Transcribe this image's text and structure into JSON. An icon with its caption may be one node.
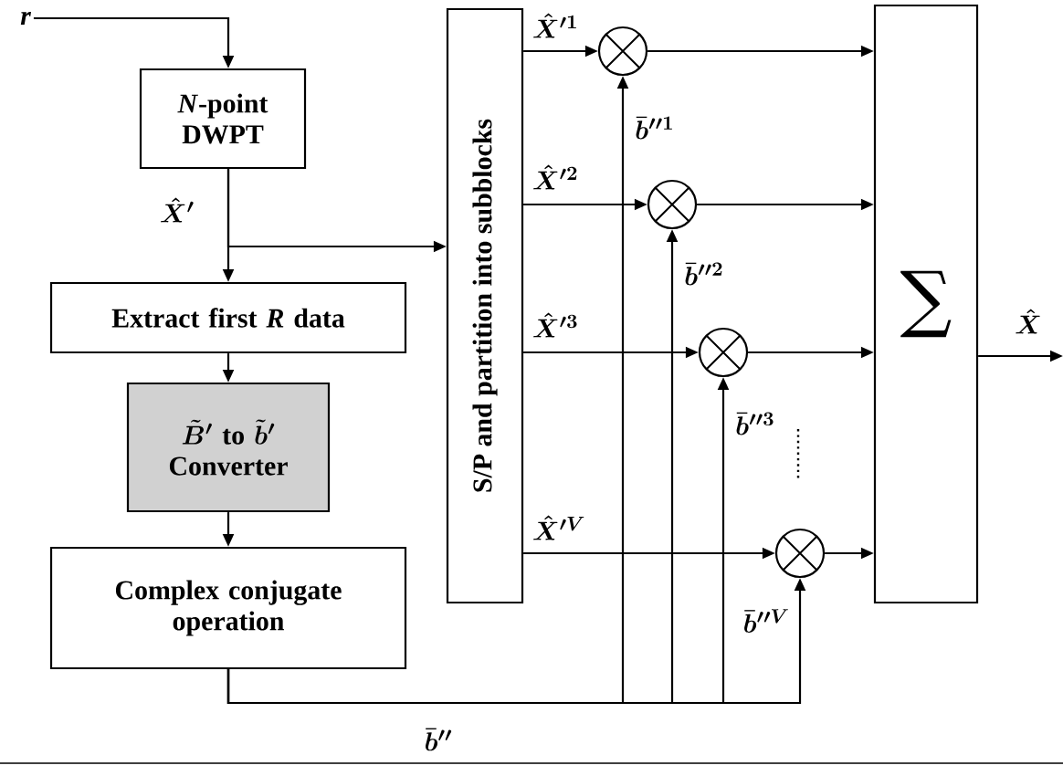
{
  "diagram": {
    "nodes": [
      {
        "text": [
          "r"
        ]
      },
      {
        "text": [
          "*N*-point DWPT"
        ]
      },
      {
        "text": [
          "Extract first *R* data"
        ]
      },
      {
        "text": [
          "\\tilde{B}'\\text{ to }\\tilde{b}'",
          "Converter"
        ]
      },
      {
        "text": [
          "Complex conjugate operation"
        ]
      },
      {
        "text": [
          "S/P and partition into subblocks"
        ]
      },
      {
        "text": [],
        "shape": "circle"
      },
      {
        "text": [],
        "shape": "circle"
      },
      {
        "text": [],
        "shape": "circle"
      },
      {
        "text": [],
        "shape": "circle"
      },
      {
        "text": [
          "∑"
        ]
      }
    ],
    "edges": [
      {
        "from": 0,
        "to": 1,
        "arrow": "to"
      },
      {
        "from": 1,
        "to": 2,
        "arrow": "to",
        "label": "\\hat{X}'"
      },
      {
        "from": 1,
        "to": 5,
        "arrow": "to"
      },
      {
        "from": 2,
        "to": 3,
        "arrow": "to"
      },
      {
        "from": 3,
        "to": 4,
        "arrow": "to"
      },
      {
        "from": 5,
        "to": 6,
        "arrow": "to",
        "label": "\\hat{X}'^{1}"
      },
      {
        "from": 5,
        "to": 7,
        "arrow": "to",
        "label": "\\hat{X}'^{2}"
      },
      {
        "from": 5,
        "to": 8,
        "arrow": "to",
        "label": "\\hat{X}'^{3}"
      },
      {
        "from": 5,
        "to": 9,
        "arrow": "to",
        "label": "\\hat{X}'^{V}"
      },
      {
        "from": 4,
        "to": 6,
        "arrow": "to",
        "label": "\\bar{b}''^{1}"
      },
      {
        "from": 4,
        "to": 7,
        "arrow": "to",
        "label": "\\bar{b}''^{2}"
      },
      {
        "from": 4,
        "to": 8,
        "arrow": "to",
        "label": "\\bar{b}''^{3}"
      },
      {
        "from": 4,
        "to": 9,
        "arrow": "to",
        "label": "\\bar{b}''^{V}"
      },
      {
        "from": 6,
        "to": 10,
        "arrow": "to"
      },
      {
        "from": 7,
        "to": 10,
        "arrow": "to"
      },
      {
        "from": 8,
        "to": 10,
        "arrow": "to"
      },
      {
        "from": 9,
        "to": 10,
        "arrow": "to"
      },
      {
        "from": 10,
        "to": null,
        "arrow": "to",
        "label": "\\hat{X}"
      }
    ],
    "labels": [
      "\\bar{b}''"
    ]
  }
}
